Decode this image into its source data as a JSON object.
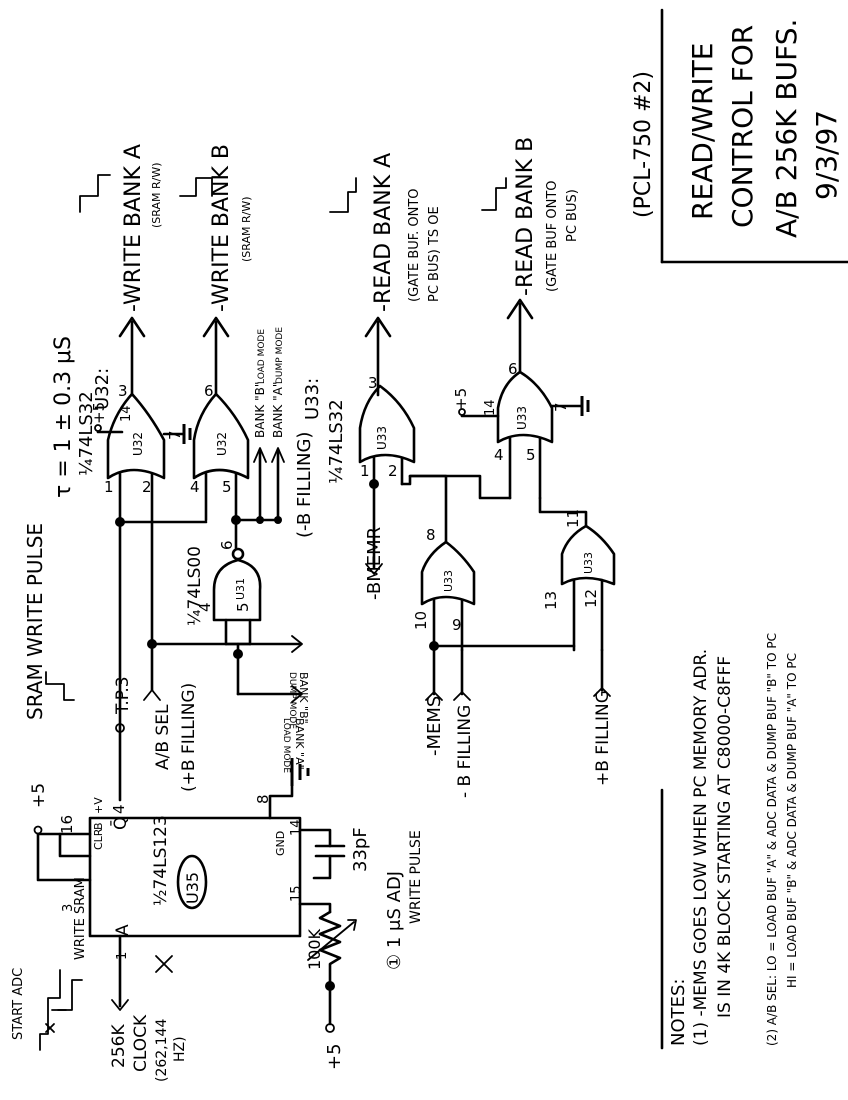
{
  "title_box": {
    "line1": "READ/WRITE",
    "line2": "CONTROL FOR",
    "line3": "A/B 256K BUFS.",
    "line4": "9/3/97",
    "tag": "(PCL-750 #2)"
  },
  "outputs": {
    "write_a": "-WRITE BANK A",
    "write_a_sub": "(SRAM R/W)",
    "write_b": "-WRITE BANK B",
    "write_b_sub": "(SRAM R/W)",
    "read_a": "-READ BANK A",
    "read_a_sub1": "(GATE BUF. ONTO",
    "read_a_sub2": "PC BUS) TS OE",
    "read_b": "-READ BANK B",
    "read_b_sub1": "(GATE BUF ONTO",
    "read_b_sub2": "PC BUS)"
  },
  "gates": {
    "u32": "U32",
    "u32_type_a": "U32:",
    "u32_type_b": "¼74LS32",
    "u33": "U33",
    "u33_type_a": "U33:",
    "u33_type_b": "¼74LS32",
    "u31": "U31",
    "u31_type": "¼74LS00",
    "u35": "U35",
    "u35_type": "½74LS123"
  },
  "pins": {
    "p1": "1",
    "p2": "2",
    "p3": "3",
    "p4": "4",
    "p5": "5",
    "p6": "6",
    "p7": "7",
    "p8": "8",
    "p9": "9",
    "p10": "10",
    "p11": "11",
    "p12": "12",
    "p13": "13",
    "p14": "14",
    "p15": "15",
    "p16": "16"
  },
  "u35_pins": {
    "clr": "CLR",
    "b": "B",
    "v": "+V",
    "q": "Q̄",
    "gnd": "GND",
    "a": "A"
  },
  "signals": {
    "bank_b_load": "BANK \"B\"",
    "bank_b_load_mode": "LOAD MODE",
    "bank_a_dump": "BANK \"A\"",
    "bank_a_dump_mode": "DUMP MODE",
    "b_filling": "(-B FILLING)",
    "bmemr": "-BMEMR",
    "mems": "-MEMS",
    "minus_b_filling": "- B FILLING",
    "plus_b_filling": "+B FILLING",
    "ab_sel": "A/B SEL",
    "ab_sel_sub": "(+B FILLING)",
    "tp3": "T.P.3",
    "bank_b_dump": "BANK \"B\"",
    "dump_mode": "DUMP MODE",
    "bank_a_load": "BANK \"A\"",
    "load_mode": "LOAD MODE"
  },
  "pulse": {
    "title": "SRAM WRITE PULSE",
    "tau": "τ = 1 ± 0.3 μS"
  },
  "components": {
    "plus5_a": "+5",
    "plus5_b": "+5",
    "plus5_c": "+5",
    "plus5_d": "+5",
    "cap": "33pF",
    "res": "100K",
    "adj": "① 1 μS ADJ",
    "adj_sub": "WRITE PULSE",
    "start_adc": "START ADC",
    "write_sram": "WRITE SRAM",
    "clock1": "256K",
    "clock2": "CLOCK",
    "clock3": "(262,144",
    "clock4": "HZ)"
  },
  "notes": {
    "heading": "NOTES:",
    "n1a": "(1) -MEMS GOES LOW WHEN PC MEMORY ADR.",
    "n1b": "IS IN 4K BLOCK STARTING AT C8000-C8FFF",
    "n2a": "(2) A/B SEL:  LO = LOAD BUF \"A\" & ADC DATA & DUMP BUF \"B\" TO PC",
    "n2b": "HI = LOAD BUF \"B\" & ADC DATA & DUMP BUF \"A\" TO PC"
  }
}
